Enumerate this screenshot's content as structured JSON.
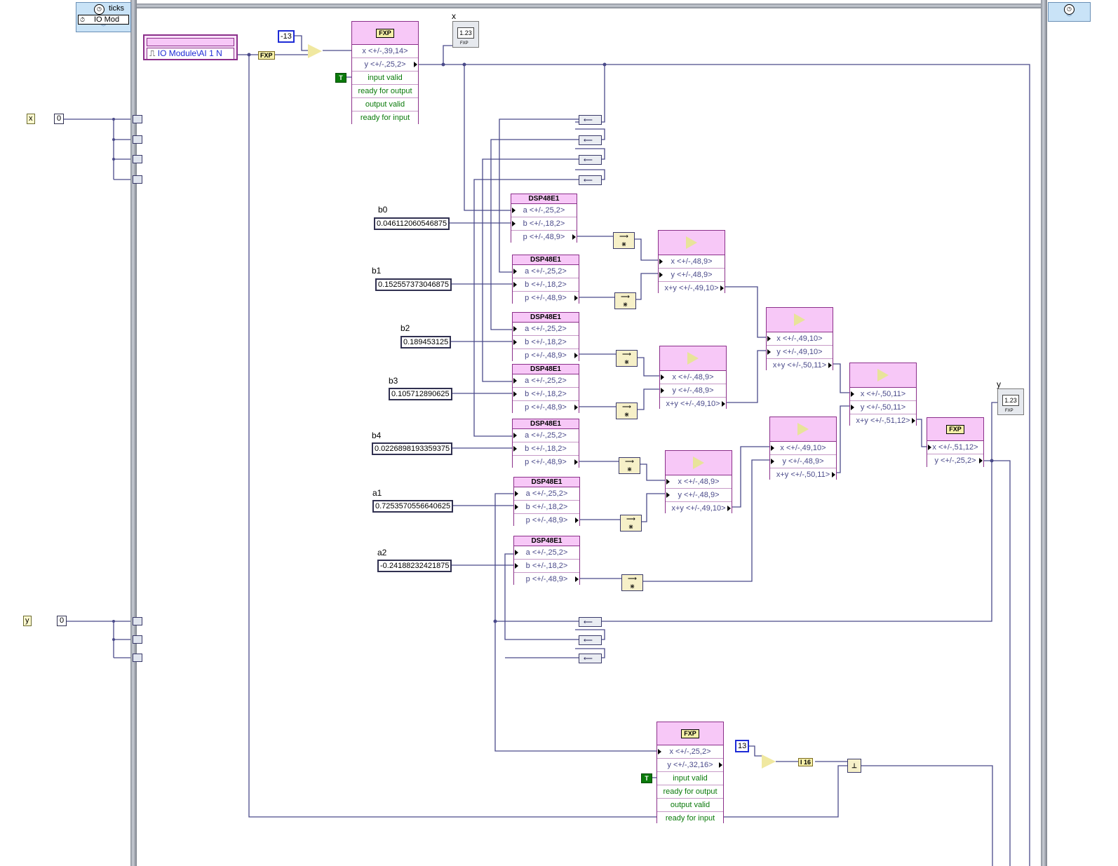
{
  "loop_left": {
    "label": "ticks",
    "io_short": "IO Mod"
  },
  "io_node": {
    "path": "IO Module\\AI 1 N"
  },
  "controls": {
    "x": "x",
    "x_value": "0",
    "y": "y",
    "y_value": "0"
  },
  "indicators": {
    "x": "x",
    "y": "y",
    "display": "1.23",
    "sub": "FXP"
  },
  "shift_consts": {
    "neg": "-13",
    "pos": "13"
  },
  "badges": {
    "fxp": "FXP",
    "t": "T",
    "i16": "I 16"
  },
  "fxp_top": {
    "x": "x <+/-,39,14>",
    "y": "y <+/-,25,2>",
    "input_valid": "input valid",
    "ready_out": "ready for output",
    "output_valid": "output valid",
    "ready_in": "ready for input"
  },
  "fxp_bottom": {
    "x": "x <+/-,25,2>",
    "y": "y <+/-,32,16>",
    "input_valid": "input valid",
    "ready_out": "ready for output",
    "output_valid": "output valid",
    "ready_in": "ready for input"
  },
  "fxp_out": {
    "x": "x <+/-,51,12>",
    "y": "y <+/-,25,2>"
  },
  "coefficients": [
    {
      "name": "b0",
      "value": "0.046112060546875"
    },
    {
      "name": "b1",
      "value": "0.152557373046875"
    },
    {
      "name": "b2",
      "value": "0.189453125"
    },
    {
      "name": "b3",
      "value": "0.105712890625"
    },
    {
      "name": "b4",
      "value": "0.0226898193359375"
    },
    {
      "name": "a1",
      "value": "0.7253570556640625"
    },
    {
      "name": "a2",
      "value": "-0.24188232421875"
    }
  ],
  "dsp": {
    "title": "DSP48E1",
    "a": "a <+/-,25,2>",
    "b": "b <+/-,18,2>",
    "p": "p <+/-,48,9>"
  },
  "adders": [
    {
      "x": "x <+/-,48,9>",
      "y": "y <+/-,48,9>",
      "s": "x+y <+/-,49,10>"
    },
    {
      "x": "x <+/-,48,9>",
      "y": "y <+/-,48,9>",
      "s": "x+y <+/-,49,10>"
    },
    {
      "x": "x <+/-,49,10>",
      "y": "y <+/-,49,10>",
      "s": "x+y <+/-,50,11>"
    },
    {
      "x": "x <+/-,50,11>",
      "y": "y <+/-,50,11>",
      "s": "x+y <+/-,51,12>"
    },
    {
      "x": "x <+/-,48,9>",
      "y": "y <+/-,48,9>",
      "s": "x+y <+/-,49,10>"
    },
    {
      "x": "x <+/-,49,10>",
      "y": "y <+/-,48,9>",
      "s": "x+y <+/-,50,11>"
    }
  ]
}
